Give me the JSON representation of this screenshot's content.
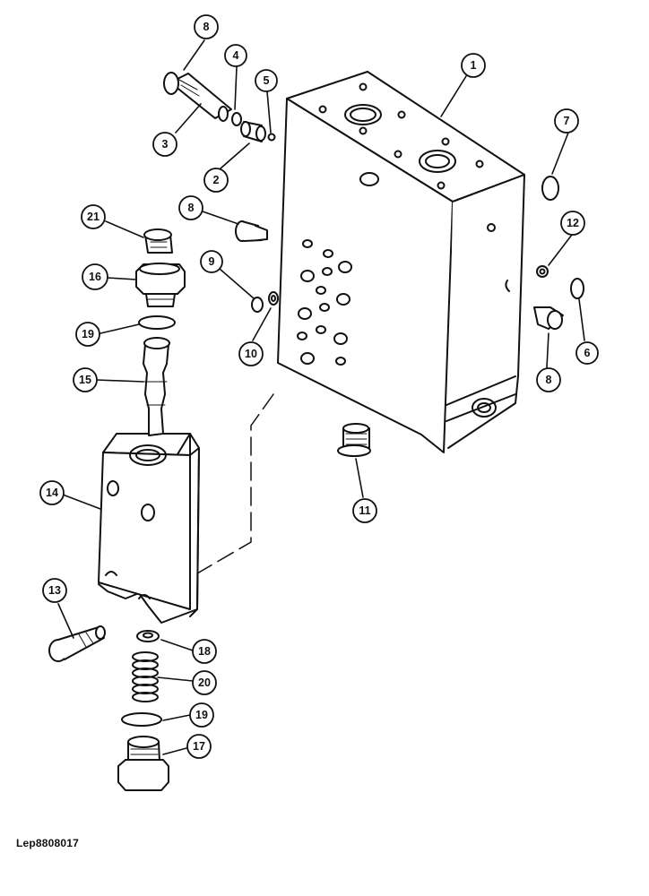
{
  "drawing_ref": "Lep8808017",
  "callouts": [
    "8",
    "4",
    "5",
    "1",
    "3",
    "2",
    "7",
    "21",
    "8",
    "12",
    "16",
    "9",
    "19",
    "10",
    "6",
    "15",
    "8",
    "11",
    "14",
    "13",
    "18",
    "20",
    "19",
    "17"
  ]
}
